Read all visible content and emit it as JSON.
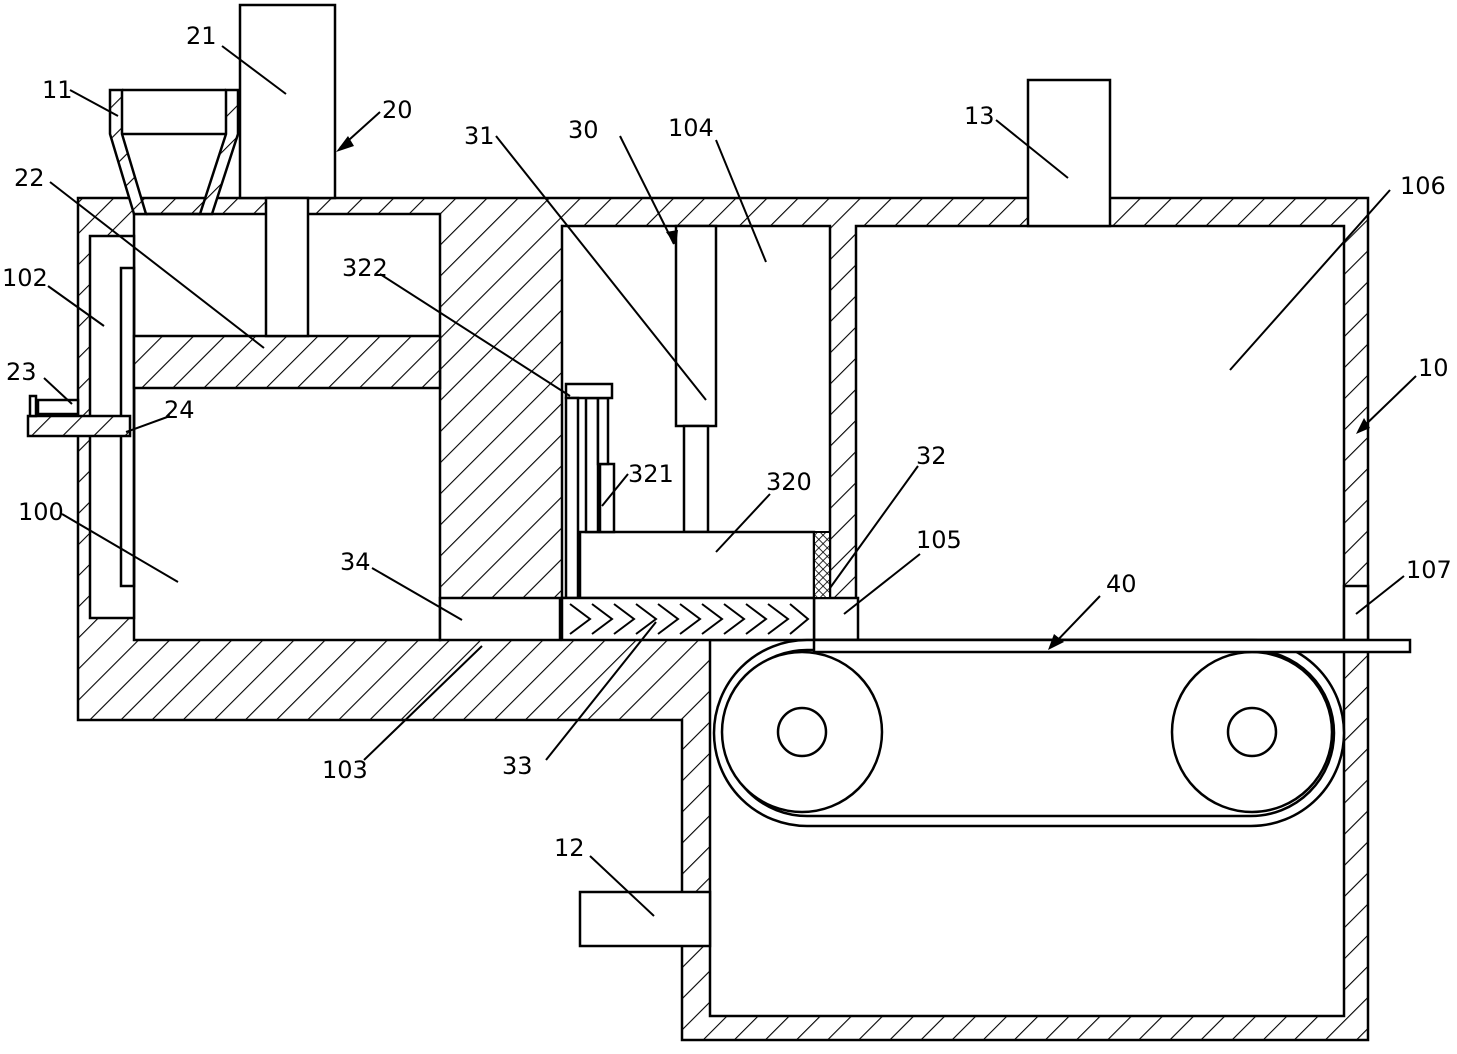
{
  "diagram": {
    "labels": {
      "l11": "11",
      "l21": "21",
      "l20": "20",
      "l22": "22",
      "l102": "102",
      "l23": "23",
      "l24": "24",
      "l100": "100",
      "l34": "34",
      "l322": "322",
      "l31": "31",
      "l30": "30",
      "l104": "104",
      "l321": "321",
      "l320": "320",
      "l13": "13",
      "l106": "106",
      "l10": "10",
      "l32": "32",
      "l105": "105",
      "l107": "107",
      "l40": "40",
      "l103": "103",
      "l33": "33",
      "l12": "12"
    }
  }
}
